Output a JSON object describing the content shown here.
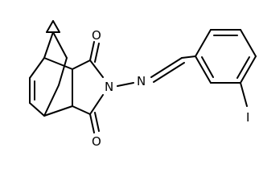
{
  "structure": {
    "atoms": {
      "O_top": "O",
      "O_bottom": "O",
      "N_imide": "N",
      "N_imine": "N",
      "I": "I"
    }
  }
}
